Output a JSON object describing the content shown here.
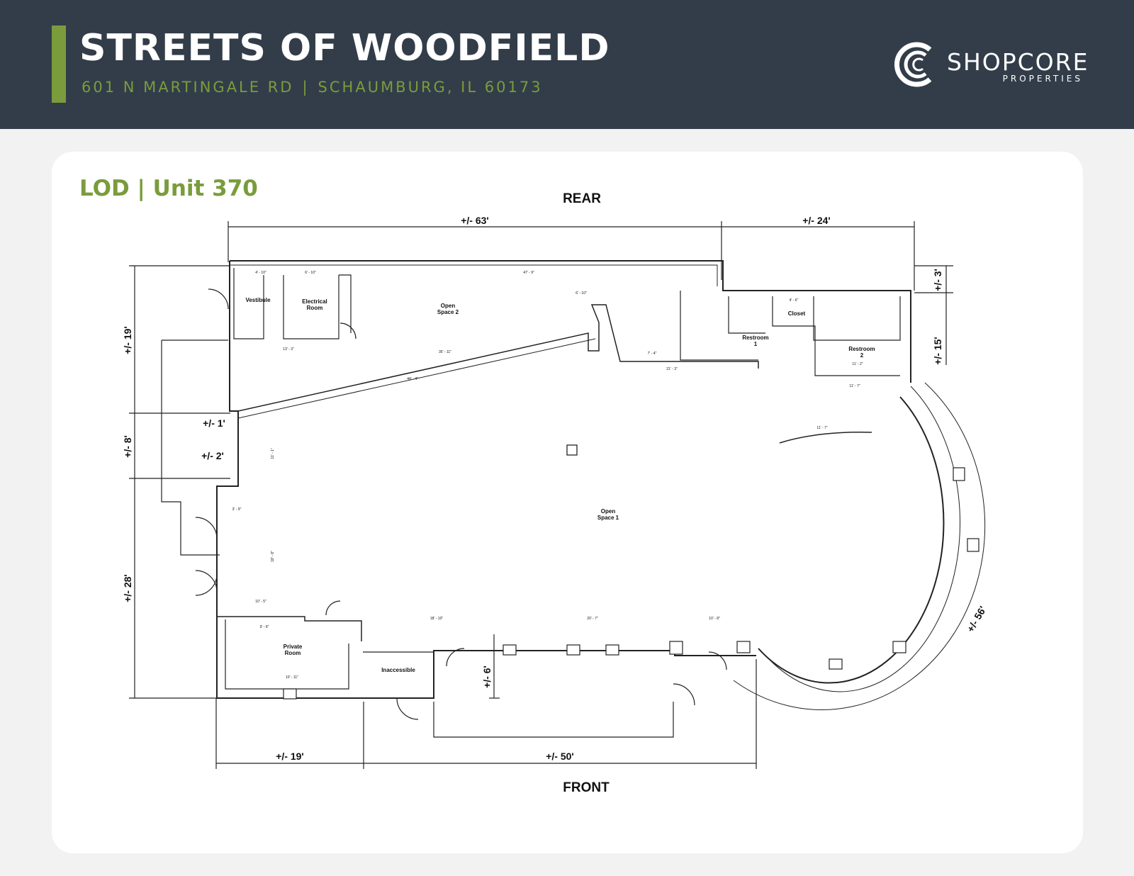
{
  "header": {
    "title": "STREETS OF WOODFIELD",
    "address": "601 N MARTINGALE RD",
    "city": "SCHAUMBURG, IL 60173",
    "separator": "|",
    "logo_name": "SHOPCORE",
    "logo_sub": "PROPERTIES"
  },
  "unit_title": "LOD | Unit 370",
  "colors": {
    "header_bg": "#333d4a",
    "accent": "#7a9c3c",
    "card_bg": "#ffffff",
    "page_bg": "#f2f2f2"
  },
  "plan": {
    "labels": {
      "rear": "REAR",
      "front": "FRONT"
    },
    "rooms": {
      "vestibule": "Vestibule",
      "electrical_1": "Electrical",
      "electrical_2": "Room",
      "open2_1": "Open",
      "open2_2": "Space 2",
      "open1_1": "Open",
      "open1_2": "Space 1",
      "restroom1_1": "Restroom",
      "restroom1_2": "1",
      "restroom2_1": "Restroom",
      "restroom2_2": "2",
      "closet": "Closet",
      "private_1": "Private",
      "private_2": "Room",
      "inaccessible": "Inaccessible"
    },
    "dimensions": {
      "top_63": "+/- 63'",
      "top_24": "+/- 24'",
      "right_3": "+/- 3'",
      "right_15": "+/- 15'",
      "right_56": "+/- 56'",
      "left_19": "+/- 19'",
      "left_8": "+/- 8'",
      "left_28": "+/- 28'",
      "left_1": "+/- 1'",
      "left_2": "+/- 2'",
      "front_6": "+/- 6'",
      "bottom_19": "+/- 19'",
      "bottom_50": "+/- 50'"
    },
    "small_dimensions": {
      "d1": "4' - 10\"",
      "d2": "6' - 10\"",
      "d3": "47' - 9\"",
      "d4": "13' - 3\"",
      "d5": "35' - 11\"",
      "d6": "44' - 4\"",
      "d7": "6' - 10\"",
      "d8": "21' - 3\"",
      "d9": "11' - 2\"",
      "d10": "11' - 7\"",
      "d11": "11' - 7\"",
      "d12": "10' - 5\"",
      "d13": "9' - 9\"",
      "d14": "10' - 11\"",
      "d15": "18' - 10\"",
      "d16": "20' - 7\"",
      "d17": "10' - 8\"",
      "d18": "3' - 9\"",
      "d19": "11' - 1\"",
      "d20": "18' - 8\"",
      "d21": "7' - 4\"",
      "d22": "4' - 6\""
    }
  }
}
